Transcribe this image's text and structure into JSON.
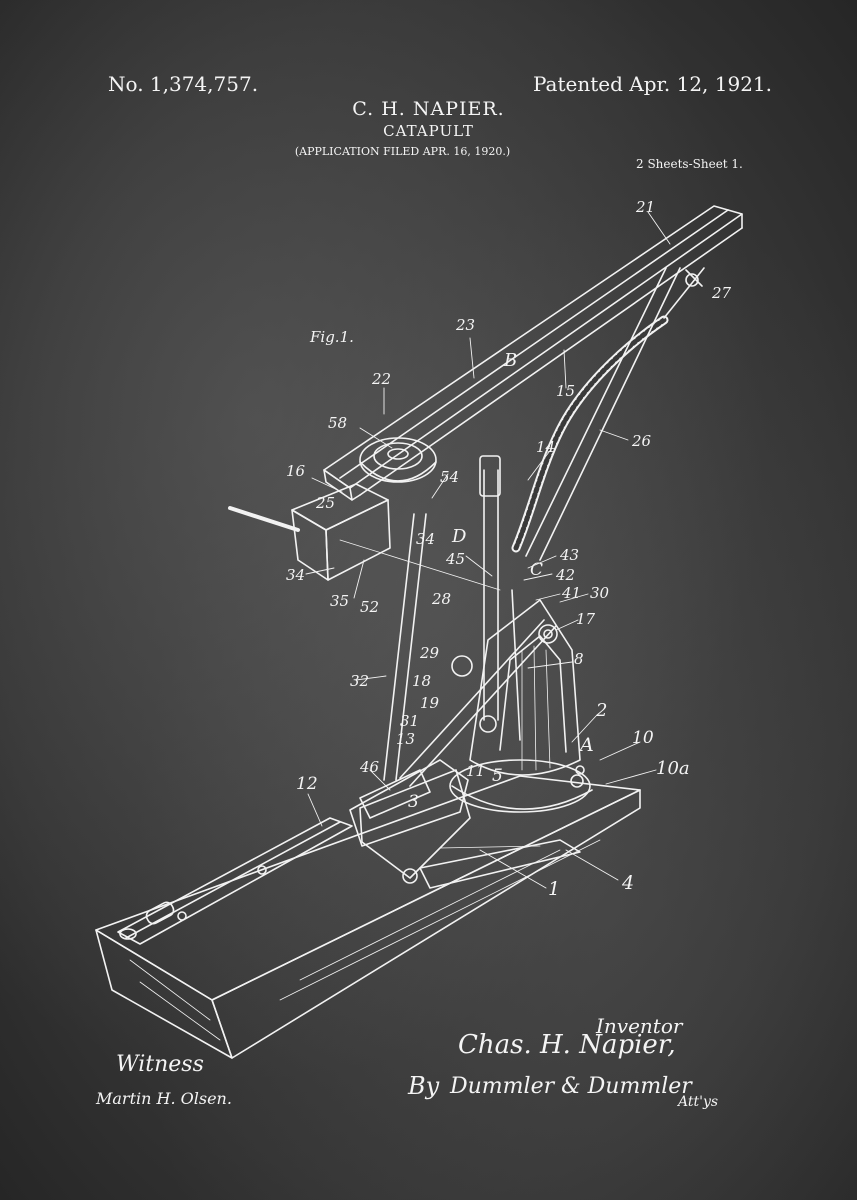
{
  "header": {
    "patent_number": "No. 1,374,757.",
    "patent_date": "Patented Apr. 12, 1921.",
    "inventor": "C. H. NAPIER.",
    "title": "CATAPULT",
    "filed": "(APPLICATION FILED APR. 16, 1920.)",
    "sheets": "2 Sheets-Sheet 1."
  },
  "figure": {
    "label": "Fig.1.",
    "callouts": {
      "c21": "21",
      "c27": "27",
      "c23": "23",
      "cB": "B",
      "c15": "15",
      "c22": "22",
      "c58": "58",
      "c14": "14",
      "c26": "26",
      "c16": "16",
      "c54": "54",
      "c25": "25",
      "cD": "D",
      "c34a": "34",
      "c45": "45",
      "c43": "43",
      "cC": "C",
      "c42": "42",
      "c34b": "34",
      "c41": "41",
      "c30": "30",
      "c35": "35",
      "c52": "52",
      "c28": "28",
      "c17": "17",
      "c29": "29",
      "c8": "8",
      "c32": "32",
      "c18": "18",
      "c19": "19",
      "c31": "31",
      "c2": "2",
      "c13": "13",
      "cA": "A",
      "c10": "10",
      "c10a": "10a",
      "c46": "46",
      "c11": "11",
      "c5": "5",
      "c12": "12",
      "c3": "3",
      "c1": "1",
      "c4": "4"
    }
  },
  "signatures": {
    "witness_label": "Witness",
    "witness_name": "Martin H. Olsen.",
    "inventor_label": "Inventor",
    "inventor_signature": "Chas. H. Napier,",
    "by_label": "By",
    "attorneys_signature": "Dummler & Dummler",
    "attys_label": "Att'ys"
  }
}
